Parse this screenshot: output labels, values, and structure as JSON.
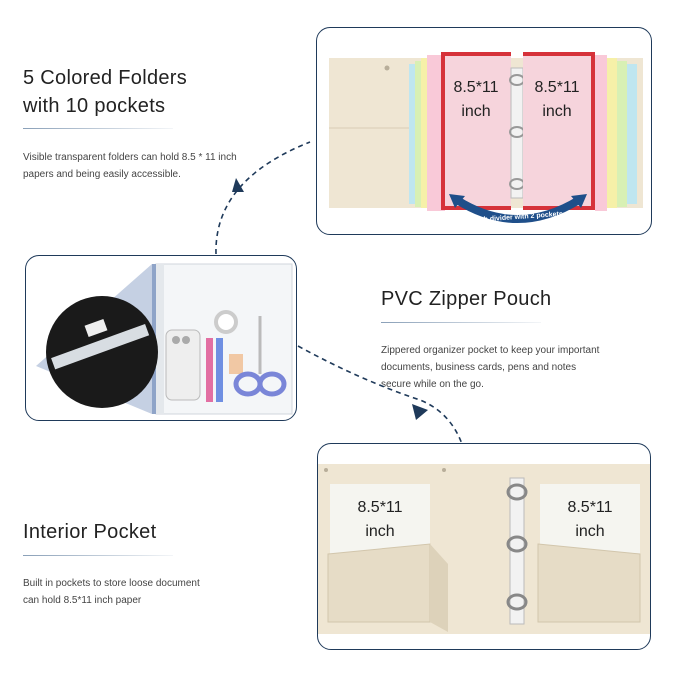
{
  "sections": {
    "folders": {
      "title_line1": "5 Colored Folders",
      "title_line2": "with 10 pockets",
      "description_line1": "Visible transparent folders can hold 8.5 * 11 inch",
      "description_line2": "papers and being easily accessible.",
      "left_size": "8.5*11",
      "left_unit": "inch",
      "right_size": "8.5*11",
      "right_unit": "inch",
      "arrow_caption": "Each divider with 2 pockets"
    },
    "pouch": {
      "title": "PVC Zipper Pouch",
      "description_line1": "Zippered organizer pocket to keep your important",
      "description_line2": "documents, business cards, pens and notes",
      "description_line3": "secure while on the go."
    },
    "interior": {
      "title": "Interior Pocket",
      "description_line1": "Built in pockets to store loose document",
      "description_line2": "can hold 8.5*11 inch paper",
      "left_size": "8.5*11",
      "left_unit": "inch",
      "right_size": "8.5*11",
      "right_unit": "inch"
    }
  },
  "colors": {
    "border": "#1f3a5a",
    "binder": "#efe6d3",
    "dashed_line": "#1f3a5a",
    "red_divider": "#d6323a",
    "pink_page": "#f6d4dc"
  }
}
